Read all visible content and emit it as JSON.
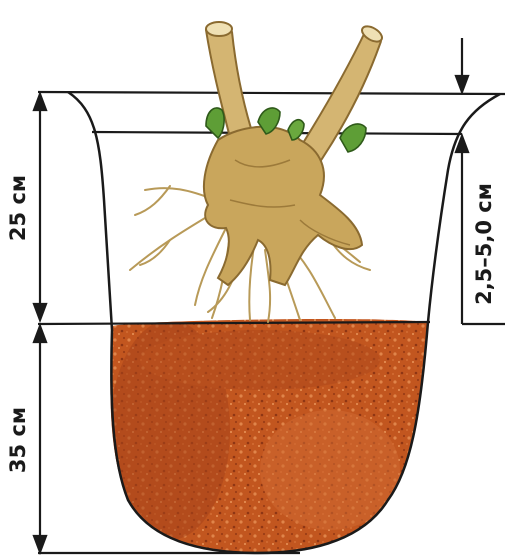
{
  "dimensions": {
    "top_layer": "25 см",
    "bottom_layer": "35 см",
    "planting_depth": "2,5–5,0 см"
  },
  "colors": {
    "soil": "#c2561f",
    "soil_dark": "#8e3614",
    "soil_light": "#e0854a",
    "root": "#d4b572",
    "root_dark": "#8a6a30",
    "bud": "#5e9e36",
    "line": "#1a1a1a"
  }
}
